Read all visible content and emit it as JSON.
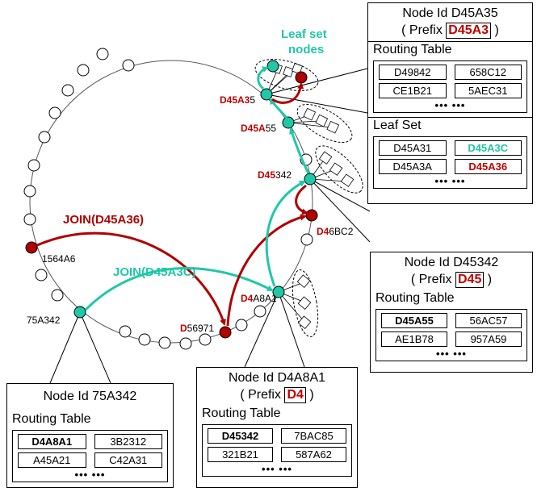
{
  "ring_labels": {
    "n_1564A6": "1564A6",
    "n_75A342": "75A342",
    "n_D56971_pre": "D",
    "n_D56971_post": "56971",
    "n_D4A8A1_pre": "D4",
    "n_D4A8A1_post": "A8A1",
    "n_D46BC2_pre": "D4",
    "n_D46BC2_post": "6BC2",
    "n_D45342_pre": "D45",
    "n_D45342_post": "342",
    "n_D45A55_pre": "D45A",
    "n_D45A55_post": "55",
    "n_D45A35_pre": "D45A3",
    "n_D45A35_post": "5"
  },
  "join_red": "JOIN(D45A36)",
  "join_teal": "JOIN(D45A3C)",
  "leaf_title_1": "Leaf set",
  "leaf_title_2": "nodes",
  "cards": {
    "d45a35": {
      "title": "Node Id D45A35",
      "prefix_open": "( Prefix ",
      "prefix": "D45A3",
      "prefix_close": " )",
      "routing_label": "Routing Table",
      "routing": [
        "D49842",
        "658C12",
        "CE1B21",
        "5AEC31"
      ],
      "leaf_label": "Leaf Set",
      "leaf": [
        "D45A31",
        "D45A3C",
        "D45A3A",
        "D45A36"
      ],
      "dots": "••• •••"
    },
    "d45342": {
      "title": "Node Id D45342",
      "prefix_open": "( Prefix ",
      "prefix": "D45",
      "prefix_close": " )",
      "routing_label": "Routing Table",
      "routing": [
        "D45A55",
        "56AC57",
        "AE1B78",
        "957A59"
      ],
      "dots": "••• •••"
    },
    "d4a8a1": {
      "title": "Node Id D4A8A1",
      "prefix_open": "( Prefix ",
      "prefix": "D4",
      "prefix_close": " )",
      "routing_label": "Routing Table",
      "routing": [
        "D45342",
        "7BAC85",
        "321B21",
        "587A62"
      ],
      "dots": "••• •••"
    },
    "n75a342": {
      "title": "Node Id 75A342",
      "routing_label": "Routing Table",
      "routing": [
        "D4A8A1",
        "3B2312",
        "A45A21",
        "C42A31"
      ],
      "dots": "••• •••"
    }
  },
  "colors": {
    "red": "#c00000",
    "teal": "#20c8a8"
  }
}
